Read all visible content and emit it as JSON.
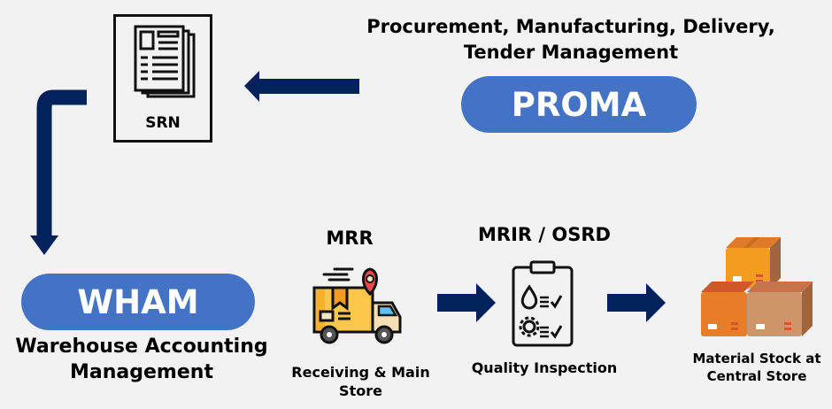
{
  "srn": {
    "label": "SRN",
    "icon": "document-stack-icon"
  },
  "proma": {
    "title": "PROMA",
    "description_line1": "Procurement, Manufacturing, Delivery,",
    "description_line2": "Tender Management"
  },
  "wham": {
    "title": "WHAM",
    "description_line1": "Warehouse Accounting",
    "description_line2": "Management"
  },
  "steps": [
    {
      "code": "MRR",
      "label_line1": "Receiving & Main",
      "label_line2": "Store",
      "icon": "delivery-truck-icon"
    },
    {
      "code": "MRIR / OSRD",
      "label_line1": "Quality Inspection",
      "label_line2": "",
      "icon": "clipboard-checklist-icon"
    },
    {
      "code": "",
      "label_line1": "Material Stock at",
      "label_line2": "Central Store",
      "icon": "stacked-boxes-icon"
    }
  ],
  "colors": {
    "arrow": "#03215c",
    "pill": "#4472c4",
    "background": "#f2f2f2"
  }
}
